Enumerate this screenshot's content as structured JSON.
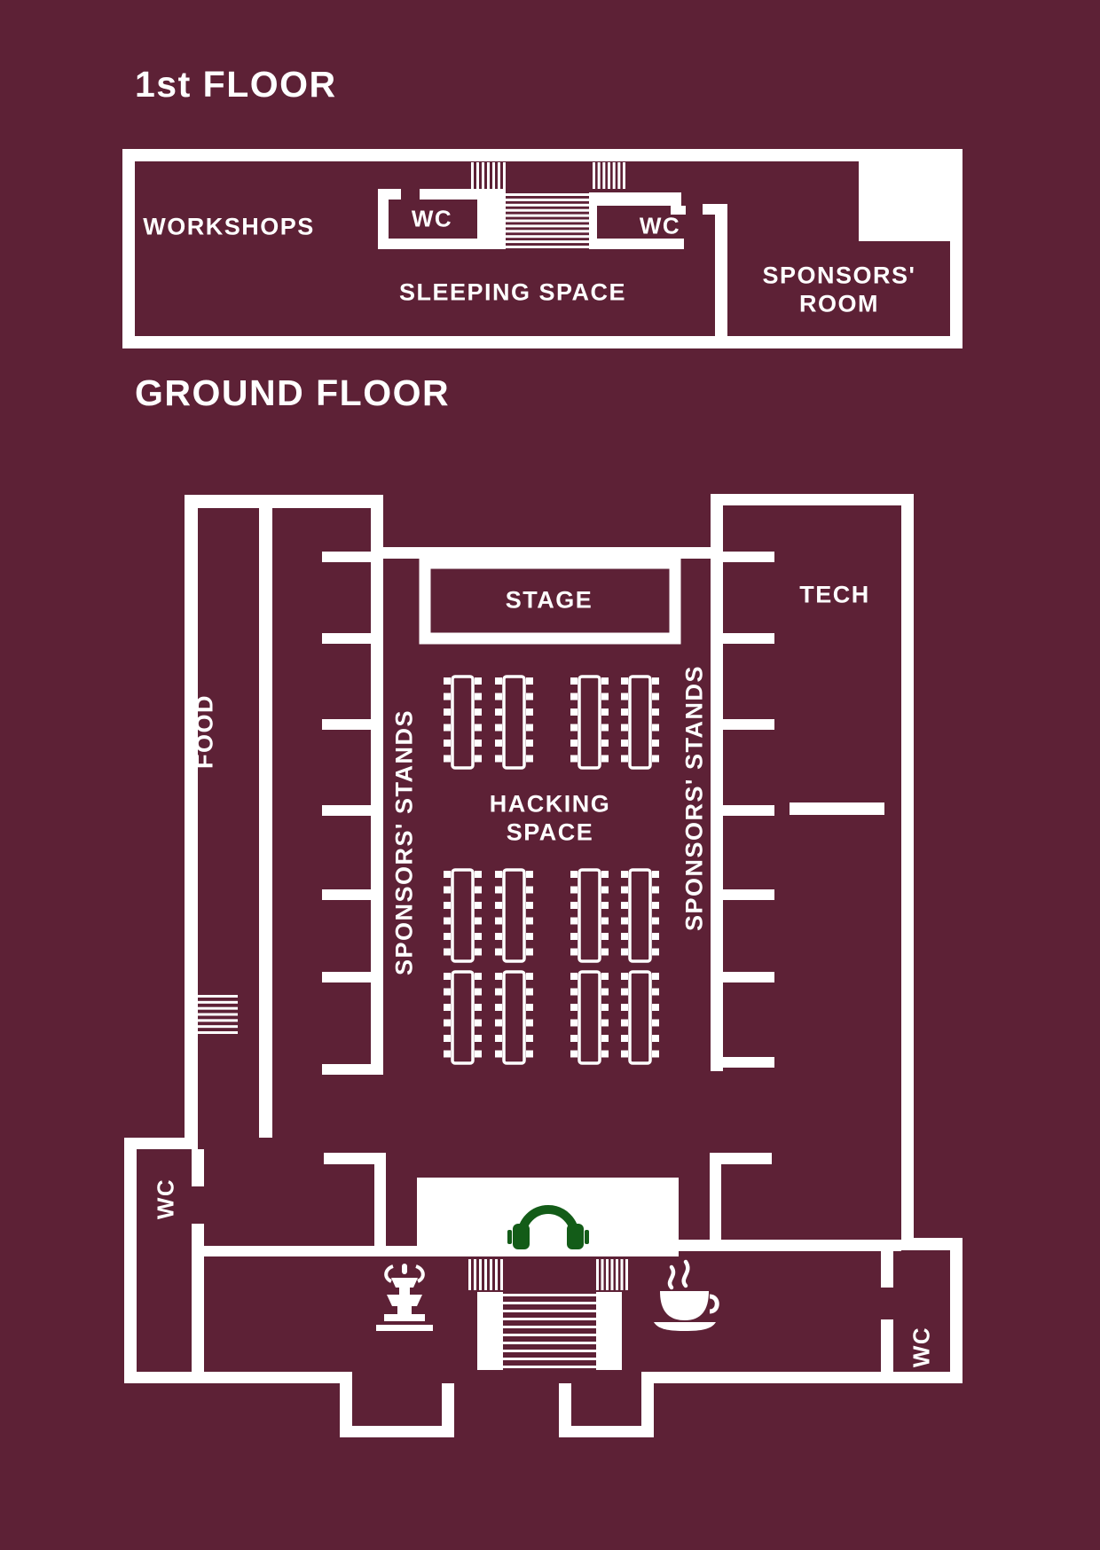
{
  "colors": {
    "background": "#5d2136",
    "wall": "#ffffff",
    "icon_green": "#135c18"
  },
  "first_floor": {
    "title": "1st FLOOR",
    "workshops_label": "WORKSHOPS",
    "wc_left_label": "WC",
    "wc_right_label": "WC",
    "sleeping_label": "SLEEPING SPACE",
    "sponsors_room_label": "SPONSORS' ROOM"
  },
  "ground_floor": {
    "title": "GROUND FLOOR",
    "stage_label": "STAGE",
    "tech_label": "TECH",
    "food_label": "FOOD",
    "hacking_label": "HACKING SPACE",
    "sponsors_stands_left_label": "SPONSORS' STANDS",
    "sponsors_stands_right_label": "SPONSORS' STANDS",
    "wc_bottom_left_label": "WC",
    "wc_bottom_right_label": "WC"
  },
  "icons": {
    "headphones": "headphones-icon",
    "fountain": "drinking-fountain-icon",
    "coffee": "coffee-cup-icon",
    "stairs": "stairs-hatching"
  }
}
